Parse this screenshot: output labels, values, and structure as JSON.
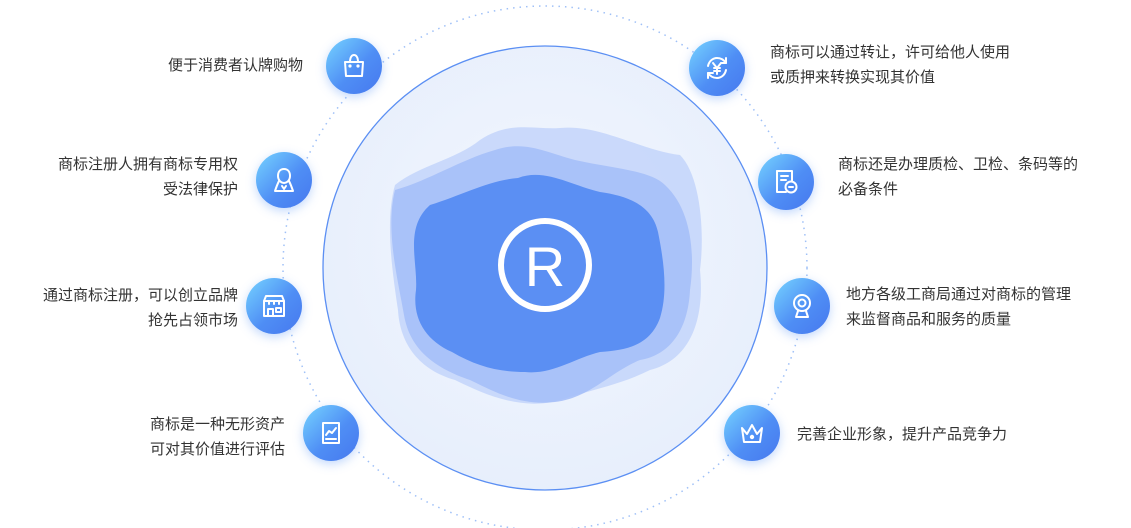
{
  "center": {
    "symbol": "R",
    "icon": "registered-trademark-icon"
  },
  "colors": {
    "accent": "#4f8ef5",
    "ring": "#5b8ff3",
    "dots": "#9fc0f7",
    "text": "#333333"
  },
  "left_items": [
    {
      "lines": [
        "便于消费者认牌购物"
      ],
      "icon": "shopping-bag-icon"
    },
    {
      "lines": [
        "商标注册人拥有商标专用权",
        "受法律保护"
      ],
      "icon": "person-shield-icon"
    },
    {
      "lines": [
        "通过商标注册，可以创立品牌",
        "抢先占领市场"
      ],
      "icon": "storefront-icon"
    },
    {
      "lines": [
        "商标是一种无形资产",
        "可对其价值进行评估"
      ],
      "icon": "chart-document-icon"
    }
  ],
  "right_items": [
    {
      "lines": [
        "商标可以通过转让，许可给他人使用",
        "或质押来转换实现其价值"
      ],
      "icon": "yen-exchange-icon"
    },
    {
      "lines": [
        "商标还是办理质检、卫检、条码等的",
        "必备条件"
      ],
      "icon": "inspection-document-icon"
    },
    {
      "lines": [
        "地方各级工商局通过对商标的管理",
        "来监督商品和服务的质量"
      ],
      "icon": "camera-monitor-icon"
    },
    {
      "lines": [
        "完善企业形象，提升产品竞争力"
      ],
      "icon": "crown-icon"
    }
  ]
}
